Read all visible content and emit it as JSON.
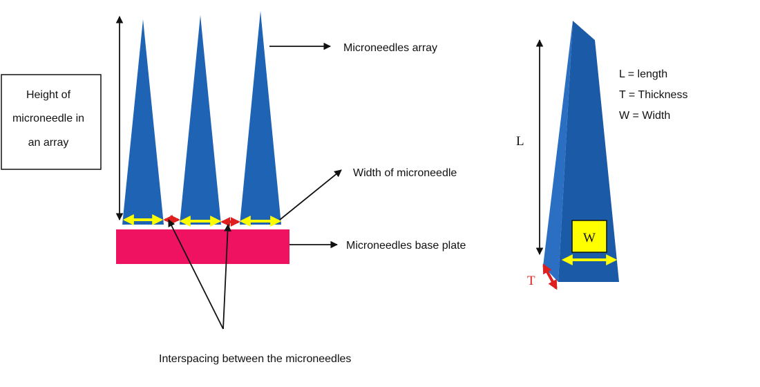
{
  "left_diagram": {
    "height_box_label_lines": [
      "Height of",
      "microneedle in",
      "an array"
    ],
    "array_label": "Microneedles array",
    "width_label": "Width of microneedle",
    "base_plate_label": "Microneedles base plate",
    "interspacing_label": "Interspacing between the microneedles"
  },
  "right_diagram": {
    "length_letter": "L",
    "thickness_letter": "T",
    "width_letter": "W",
    "legend": [
      "L = length",
      "T = Thickness",
      "W = Width"
    ]
  },
  "colors": {
    "needle_blue": "#1f63b5",
    "needle_side": "#2a6fc2",
    "needle_dark": "#1b5aa6",
    "base_plate_pink": "#ee1260",
    "width_arrow_yellow": "#ffff00",
    "spacing_arrow_red": "#dd1f1f",
    "w_box_yellow": "#ffff00"
  }
}
